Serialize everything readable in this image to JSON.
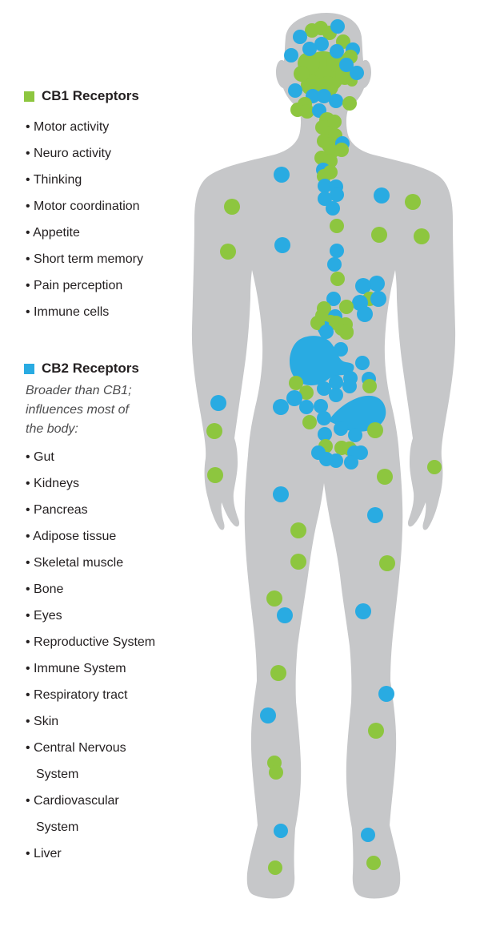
{
  "colors": {
    "background": "#FFFFFF",
    "body": "#C6C7C9",
    "cb1": "#8DC63F",
    "cb2": "#29ABE2",
    "text": "#231F20",
    "note_text": "#4D4D4F"
  },
  "legend_cb1": {
    "label": "CB1 Receptors",
    "color": "#8DC63F",
    "items": [
      "Motor activity",
      "Neuro activity",
      "Thinking",
      "Motor coordination",
      "Appetite",
      "Short term memory",
      "Pain perception",
      "Immune cells"
    ]
  },
  "legend_cb2": {
    "label": "CB2 Receptors",
    "color": "#29ABE2",
    "note": "Broader than CB1; influences most of the body:",
    "items": [
      "Gut",
      "Kidneys",
      "Pancreas",
      "Adipose tissue",
      "Skeletal muscle",
      "Bone",
      "Eyes",
      "Reproductive System",
      "Immune System",
      "Respiratory tract",
      "Skin",
      "Central Nervous System",
      "Cardiovascular System",
      "Liver"
    ]
  },
  "figure": {
    "organ_shapes": [
      "stomach-blob",
      "intestines-blob"
    ],
    "dots_format": "[x, y, r, 'g'=CB1 green | 'b'=CB2 blue]",
    "brain_cluster": [
      [
        404,
        91,
        27
      ],
      [
        386,
        79,
        14
      ],
      [
        421,
        77,
        13
      ],
      [
        431,
        94,
        12
      ],
      [
        389,
        106,
        13
      ],
      [
        410,
        108,
        13
      ],
      [
        377,
        92,
        10
      ],
      [
        440,
        101,
        7
      ]
    ],
    "dots": [
      [
        390,
        38,
        9,
        "g"
      ],
      [
        401,
        35,
        9,
        "g"
      ],
      [
        412,
        41,
        9,
        "g"
      ],
      [
        422,
        33,
        9,
        "b"
      ],
      [
        375,
        46,
        9,
        "b"
      ],
      [
        402,
        55,
        9,
        "b"
      ],
      [
        429,
        52,
        9,
        "g"
      ],
      [
        387,
        61,
        9,
        "b"
      ],
      [
        421,
        64,
        9,
        "b"
      ],
      [
        441,
        62,
        9,
        "b"
      ],
      [
        364,
        69,
        9,
        "b"
      ],
      [
        438,
        71,
        9,
        "g"
      ],
      [
        433,
        81,
        9,
        "b"
      ],
      [
        446,
        91,
        9,
        "b"
      ],
      [
        369,
        113,
        9,
        "b"
      ],
      [
        391,
        120,
        9,
        "b"
      ],
      [
        405,
        120,
        9,
        "b"
      ],
      [
        420,
        126,
        9,
        "b"
      ],
      [
        437,
        129,
        9,
        "g"
      ],
      [
        381,
        130,
        9,
        "g"
      ],
      [
        372,
        137,
        9,
        "g"
      ],
      [
        384,
        139,
        9,
        "g"
      ],
      [
        399,
        138,
        9,
        "b"
      ],
      [
        409,
        150,
        10,
        "g"
      ],
      [
        418,
        152,
        9,
        "g"
      ],
      [
        403,
        159,
        9,
        "g"
      ],
      [
        412,
        167,
        10,
        "g"
      ],
      [
        419,
        169,
        9,
        "g"
      ],
      [
        405,
        176,
        9,
        "g"
      ],
      [
        412,
        181,
        10,
        "g"
      ],
      [
        420,
        183,
        9,
        "g"
      ],
      [
        428,
        179,
        9,
        "b"
      ],
      [
        415,
        189,
        9,
        "g"
      ],
      [
        427,
        187,
        9,
        "g"
      ],
      [
        402,
        197,
        9,
        "g"
      ],
      [
        413,
        201,
        9,
        "g"
      ],
      [
        404,
        212,
        9,
        "b"
      ],
      [
        413,
        215,
        9,
        "g"
      ],
      [
        405,
        220,
        9,
        "g"
      ],
      [
        352,
        218,
        10,
        "b"
      ],
      [
        406,
        232,
        9,
        "b"
      ],
      [
        420,
        233,
        9,
        "b"
      ],
      [
        421,
        243,
        9,
        "b"
      ],
      [
        406,
        248,
        9,
        "b"
      ],
      [
        416,
        260,
        9,
        "b"
      ],
      [
        290,
        258,
        10,
        "g"
      ],
      [
        477,
        244,
        10,
        "b"
      ],
      [
        516,
        252,
        10,
        "g"
      ],
      [
        421,
        282,
        9,
        "g"
      ],
      [
        474,
        293,
        10,
        "g"
      ],
      [
        527,
        295,
        10,
        "g"
      ],
      [
        353,
        306,
        10,
        "b"
      ],
      [
        285,
        314,
        10,
        "g"
      ],
      [
        421,
        313,
        9,
        "b"
      ],
      [
        418,
        330,
        9,
        "b"
      ],
      [
        422,
        348,
        9,
        "g"
      ],
      [
        471,
        354,
        10,
        "b"
      ],
      [
        454,
        357,
        10,
        "b"
      ],
      [
        462,
        373,
        9,
        "g"
      ],
      [
        473,
        373,
        10,
        "b"
      ],
      [
        450,
        378,
        10,
        "b"
      ],
      [
        417,
        373,
        9,
        "b"
      ],
      [
        433,
        383,
        9,
        "g"
      ],
      [
        405,
        385,
        9,
        "g"
      ],
      [
        456,
        392,
        10,
        "b"
      ],
      [
        403,
        394,
        9,
        "g"
      ],
      [
        419,
        395,
        9,
        "b"
      ],
      [
        413,
        402,
        9,
        "g"
      ],
      [
        406,
        410,
        9,
        "b"
      ],
      [
        427,
        410,
        9,
        "g"
      ],
      [
        433,
        415,
        9,
        "g"
      ],
      [
        397,
        403,
        9,
        "g"
      ],
      [
        420,
        403,
        9,
        "g"
      ],
      [
        432,
        405,
        9,
        "g"
      ],
      [
        408,
        414,
        9,
        "b"
      ],
      [
        433,
        414,
        9,
        "g"
      ],
      [
        426,
        436,
        9,
        "b"
      ],
      [
        453,
        453,
        9,
        "b"
      ],
      [
        370,
        478,
        9,
        "g"
      ],
      [
        420,
        477,
        9,
        "b"
      ],
      [
        438,
        472,
        9,
        "b"
      ],
      [
        461,
        473,
        9,
        "b"
      ],
      [
        462,
        482,
        9,
        "g"
      ],
      [
        383,
        490,
        9,
        "g"
      ],
      [
        405,
        485,
        9,
        "b"
      ],
      [
        420,
        493,
        9,
        "b"
      ],
      [
        437,
        482,
        9,
        "b"
      ],
      [
        368,
        497,
        10,
        "b"
      ],
      [
        351,
        508,
        10,
        "b"
      ],
      [
        383,
        508,
        9,
        "b"
      ],
      [
        401,
        507,
        9,
        "b"
      ],
      [
        387,
        527,
        9,
        "g"
      ],
      [
        405,
        522,
        9,
        "b"
      ],
      [
        426,
        535,
        9,
        "b"
      ],
      [
        406,
        542,
        9,
        "b"
      ],
      [
        469,
        537,
        10,
        "g"
      ],
      [
        407,
        557,
        9,
        "g"
      ],
      [
        427,
        559,
        9,
        "g"
      ],
      [
        437,
        560,
        9,
        "g"
      ],
      [
        444,
        543,
        9,
        "b"
      ],
      [
        443,
        565,
        9,
        "b"
      ],
      [
        398,
        565,
        9,
        "b"
      ],
      [
        408,
        573,
        9,
        "b"
      ],
      [
        420,
        575,
        9,
        "b"
      ],
      [
        439,
        577,
        9,
        "b"
      ],
      [
        451,
        565,
        9,
        "b"
      ],
      [
        481,
        595,
        10,
        "g"
      ],
      [
        543,
        583,
        9,
        "g"
      ],
      [
        351,
        617,
        10,
        "b"
      ],
      [
        469,
        643,
        10,
        "b"
      ],
      [
        273,
        503,
        10,
        "b"
      ],
      [
        268,
        538,
        10,
        "g"
      ],
      [
        269,
        593,
        10,
        "g"
      ],
      [
        373,
        662,
        10,
        "g"
      ],
      [
        373,
        701,
        10,
        "g"
      ],
      [
        484,
        703,
        10,
        "g"
      ],
      [
        343,
        747,
        10,
        "g"
      ],
      [
        356,
        768,
        10,
        "b"
      ],
      [
        454,
        763,
        10,
        "b"
      ],
      [
        348,
        840,
        10,
        "g"
      ],
      [
        483,
        866,
        10,
        "b"
      ],
      [
        335,
        893,
        10,
        "b"
      ],
      [
        470,
        912,
        10,
        "g"
      ],
      [
        343,
        952,
        9,
        "g"
      ],
      [
        345,
        964,
        9,
        "g"
      ],
      [
        351,
        1037,
        9,
        "b"
      ],
      [
        460,
        1042,
        9,
        "b"
      ],
      [
        344,
        1083,
        9,
        "g"
      ],
      [
        467,
        1077,
        9,
        "g"
      ]
    ]
  }
}
